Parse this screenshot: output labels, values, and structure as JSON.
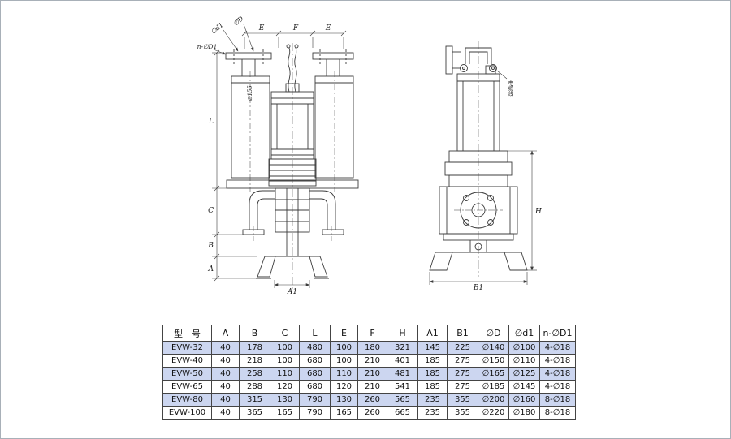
{
  "colors": {
    "page_bg": "#ffffff",
    "outer_border": "#a8b0b8",
    "line": "#3c3c3c",
    "table_border": "#444444",
    "row_shade": "#ccd6f0",
    "text": "#1a1a1a"
  },
  "drawing": {
    "front": {
      "d1": "∅d1",
      "D": "∅D",
      "n_D1": "n-∅D1",
      "dia155": "∅155",
      "E": "E",
      "F": "F",
      "L": "L",
      "C": "C",
      "B": "B",
      "A": "A",
      "A1": "A1"
    },
    "side": {
      "H": "H",
      "B1": "B1",
      "cable": "电缆线"
    }
  },
  "table": {
    "headers": [
      "型　号",
      "A",
      "B",
      "C",
      "L",
      "E",
      "F",
      "H",
      "A1",
      "B1",
      "∅D",
      "∅d1",
      "n-∅D1"
    ],
    "rows": [
      [
        "EVW-32",
        "40",
        "178",
        "100",
        "480",
        "100",
        "180",
        "321",
        "145",
        "225",
        "∅140",
        "∅100",
        "4-∅18"
      ],
      [
        "EVW-40",
        "40",
        "218",
        "100",
        "680",
        "100",
        "210",
        "401",
        "185",
        "275",
        "∅150",
        "∅110",
        "4-∅18"
      ],
      [
        "EVW-50",
        "40",
        "258",
        "110",
        "680",
        "110",
        "210",
        "481",
        "185",
        "275",
        "∅165",
        "∅125",
        "4-∅18"
      ],
      [
        "EVW-65",
        "40",
        "288",
        "120",
        "680",
        "120",
        "210",
        "541",
        "185",
        "275",
        "∅185",
        "∅145",
        "4-∅18"
      ],
      [
        "EVW-80",
        "40",
        "315",
        "130",
        "790",
        "130",
        "260",
        "565",
        "235",
        "355",
        "∅200",
        "∅160",
        "8-∅18"
      ],
      [
        "EVW-100",
        "40",
        "365",
        "165",
        "790",
        "165",
        "260",
        "665",
        "235",
        "355",
        "∅220",
        "∅180",
        "8-∅18"
      ]
    ]
  }
}
